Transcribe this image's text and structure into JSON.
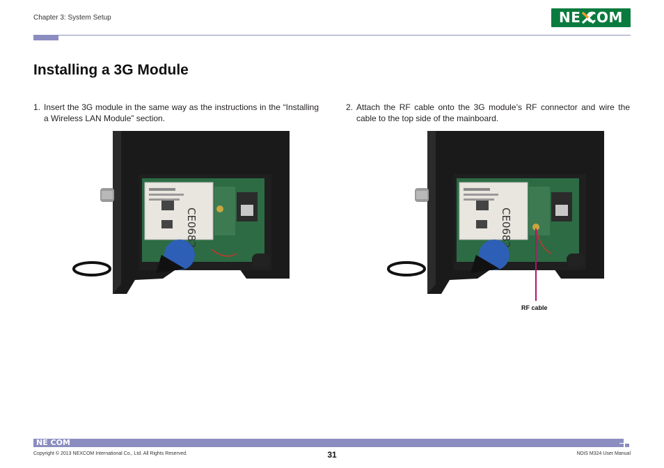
{
  "header": {
    "chapter": "Chapter 3: System Setup",
    "logo_text": "NE COM"
  },
  "title": "Installing a 3G Module",
  "steps": [
    {
      "number": "1.",
      "text": "Insert the 3G module in the same way as the instructions in the “Installing a Wireless LAN Module” section."
    },
    {
      "number": "2.",
      "text": "Attach the RF cable onto the 3G module’s RF connector and wire the cable to the top side of the mainboard."
    }
  ],
  "figures": {
    "rf_label": "RF cable",
    "module_mark": "CE0682"
  },
  "footer": {
    "logo_text": "NE COM",
    "copyright": "Copyright © 2013 NEXCOM International Co., Ltd. All Rights Reserved.",
    "page_number": "31",
    "manual": "NDiS M324 User Manual"
  },
  "colors": {
    "accent": "#8b8dc0",
    "logo_green": "#0a7b3e",
    "callout": "#b0156b"
  }
}
